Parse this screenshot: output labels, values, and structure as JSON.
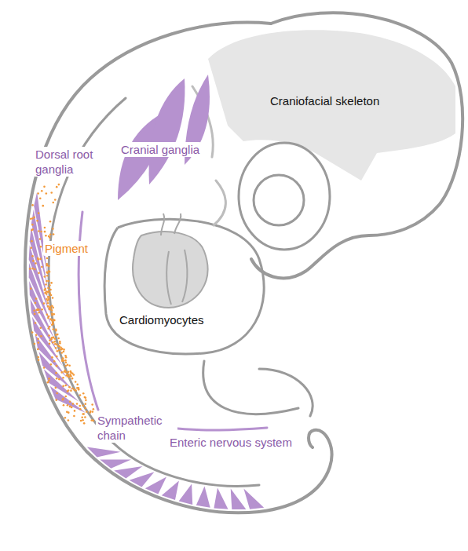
{
  "diagram": {
    "labels": [
      "Craniofacial skeleton",
      "Cranial ganglia",
      "Dorsal root ganglia",
      "Pigment",
      "Cardiomyocytes",
      "Sympathetic chain",
      "Enteric nervous system"
    ]
  }
}
